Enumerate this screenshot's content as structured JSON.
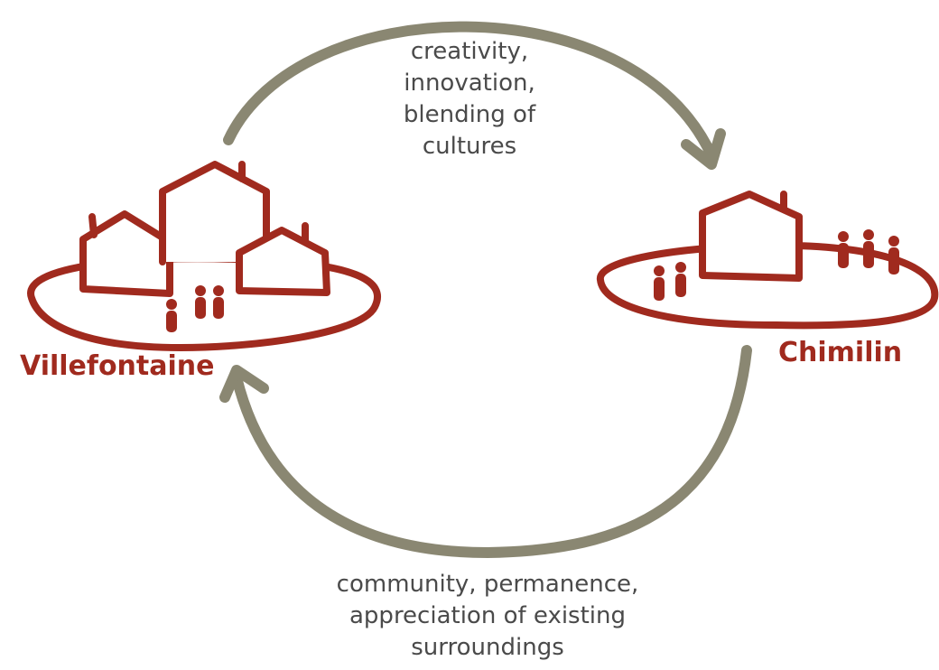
{
  "colors": {
    "town": "#a02a1e",
    "arrow": "#8a8772",
    "text": "#4a4a4a"
  },
  "towns": {
    "left": {
      "name": "Villefontaine"
    },
    "right": {
      "name": "Chimilin"
    }
  },
  "flows": {
    "left_to_right": {
      "lines": [
        "creativity,",
        "innovation,",
        "blending of",
        "cultures"
      ]
    },
    "right_to_left": {
      "lines": [
        "community, permanence,",
        "appreciation of existing",
        "surroundings"
      ]
    }
  },
  "icons": [
    "house-icon",
    "person-icon",
    "arrow-icon"
  ]
}
